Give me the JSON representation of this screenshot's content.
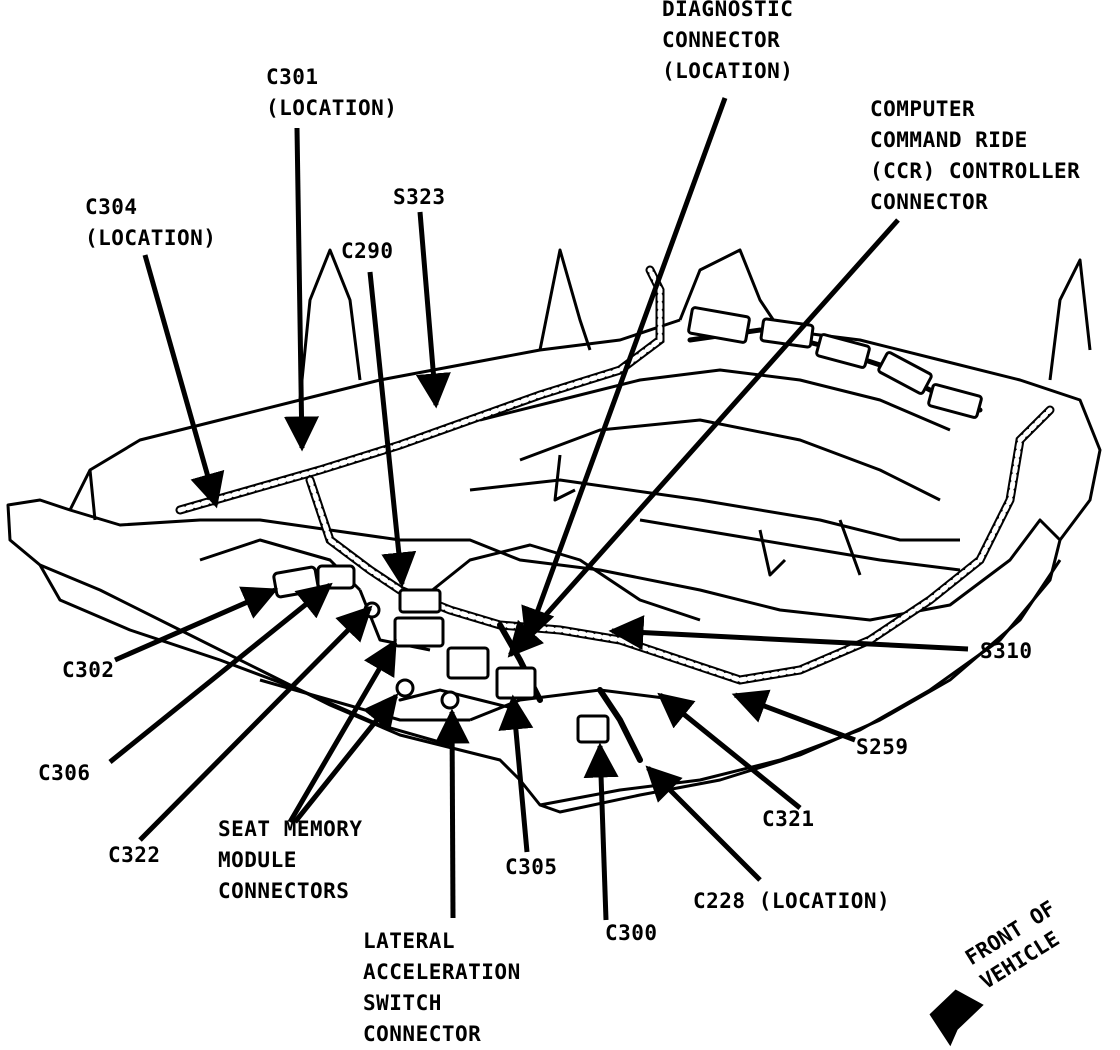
{
  "labels": {
    "diag": [
      "DIAGNOSTIC",
      "CONNECTOR",
      "(LOCATION)"
    ],
    "ccr": [
      "COMPUTER",
      "COMMAND RIDE",
      "(CCR) CONTROLLER",
      "CONNECTOR"
    ],
    "c301": [
      "C301",
      "(LOCATION)"
    ],
    "c304": [
      "C304",
      "(LOCATION)"
    ],
    "s323": "S323",
    "c290": "C290",
    "c302": "C302",
    "c306": "C306",
    "c322": "C322",
    "seat": [
      "SEAT MEMORY",
      "MODULE",
      "CONNECTORS"
    ],
    "lat": [
      "LATERAL",
      "ACCELERATION",
      "SWITCH",
      "CONNECTOR"
    ],
    "c305": "C305",
    "c300": "C300",
    "c228": "C228 (LOCATION)",
    "c321": "C321",
    "s259": "S259",
    "s310": "S310",
    "front": [
      "FRONT OF",
      "VEHICLE"
    ]
  }
}
